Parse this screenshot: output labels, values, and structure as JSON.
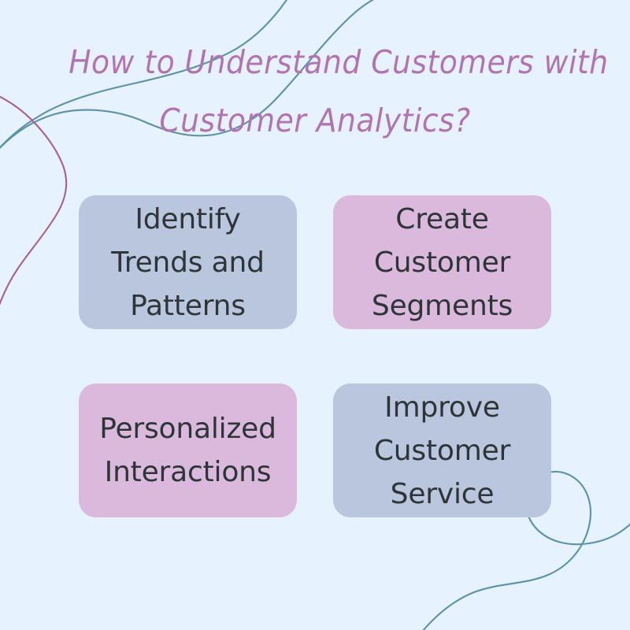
{
  "page": {
    "background_color": "#e6f2fd",
    "title": {
      "line1": "How to Understand Customers with",
      "line2": "Customer Analytics?",
      "color": "#b174b1"
    }
  },
  "cards": [
    {
      "id": "identify-trends-and-patterns",
      "line1": "Identify",
      "line2": "Trends and",
      "line3": "Patterns",
      "background_color": "#b9c6de",
      "text_color": "#2e3538"
    },
    {
      "id": "create-customer-segments",
      "line1": "Create",
      "line2": "Customer",
      "line3": "Segments",
      "background_color": "#dbb9dd",
      "text_color": "#2e3538"
    },
    {
      "id": "personalized-interactions",
      "line1": "Personalized",
      "line2": "Interactions",
      "line3": "",
      "background_color": "#dbb9dd",
      "text_color": "#2e3538"
    },
    {
      "id": "improve-customer-service",
      "line1": "Improve",
      "line2": "Customer",
      "line3": "Service",
      "background_color": "#b9c6de",
      "text_color": "#2e3538"
    }
  ],
  "decorations": {
    "teal_line_color": "#5b92a8",
    "purple_line_color": "#a8608f"
  }
}
